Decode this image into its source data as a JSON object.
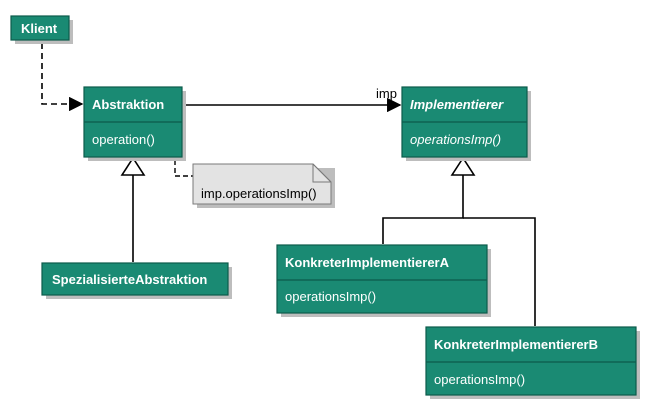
{
  "diagram": {
    "classes": {
      "client": {
        "name": "Klient"
      },
      "abstraction": {
        "name": "Abstraktion",
        "operation": "operation()"
      },
      "implementor": {
        "name": "Implementierer",
        "operation": "operationsImp()"
      },
      "refined_abstraction": {
        "name": "SpezialisierteAbstraktion"
      },
      "concrete_a": {
        "name": "KonkreterImplementiererA",
        "operation": "operationsImp()"
      },
      "concrete_b": {
        "name": "KonkreterImplementiererB",
        "operation": "operationsImp()"
      }
    },
    "association_label": "imp",
    "note": "imp.operationsImp()"
  },
  "colors": {
    "class_fill": "#1a8a73",
    "class_border": "#0c5b4b",
    "class_text": "#ffffff",
    "shadow": "#bdbdbd",
    "line": "#000000",
    "note_fill": "#e3e3e3",
    "note_border": "#7a7a7a"
  }
}
